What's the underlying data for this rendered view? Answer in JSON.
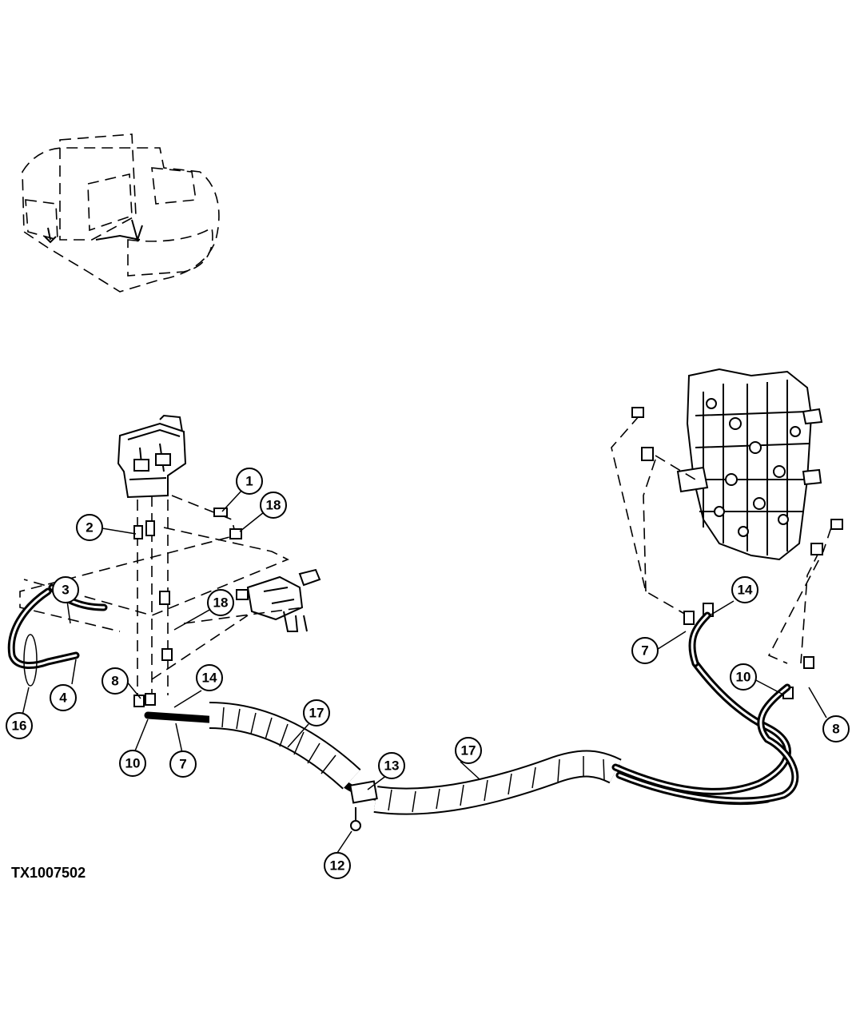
{
  "figure_id": "TX1007502",
  "callouts": [
    {
      "id": "c1",
      "label": "1"
    },
    {
      "id": "c18a",
      "label": "18"
    },
    {
      "id": "c2",
      "label": "2"
    },
    {
      "id": "c3",
      "label": "3"
    },
    {
      "id": "c18b",
      "label": "18"
    },
    {
      "id": "c4",
      "label": "4"
    },
    {
      "id": "c16",
      "label": "16"
    },
    {
      "id": "c8a",
      "label": "8"
    },
    {
      "id": "c14a",
      "label": "14"
    },
    {
      "id": "c10a",
      "label": "10"
    },
    {
      "id": "c7a",
      "label": "7"
    },
    {
      "id": "c17a",
      "label": "17"
    },
    {
      "id": "c13",
      "label": "13"
    },
    {
      "id": "c12",
      "label": "12"
    },
    {
      "id": "c17b",
      "label": "17"
    },
    {
      "id": "c14b",
      "label": "14"
    },
    {
      "id": "c7b",
      "label": "7"
    },
    {
      "id": "c10b",
      "label": "10"
    },
    {
      "id": "c8b",
      "label": "8"
    }
  ]
}
